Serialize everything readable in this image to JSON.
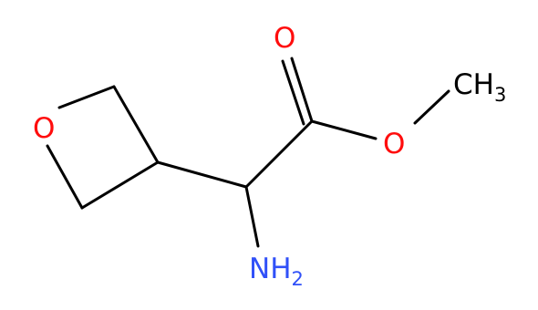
{
  "atoms": {
    "ring_oxygen": "O",
    "carbonyl_oxygen": "O",
    "ester_oxygen": "O",
    "methyl": {
      "symbol": "CH",
      "subscript": "3"
    },
    "amine": {
      "symbol": "NH",
      "subscript": "2"
    }
  },
  "colors": {
    "bond": "#000000",
    "carbon_label": "#000000",
    "oxygen": "#ff0d0d",
    "nitrogen": "#3050f8"
  }
}
